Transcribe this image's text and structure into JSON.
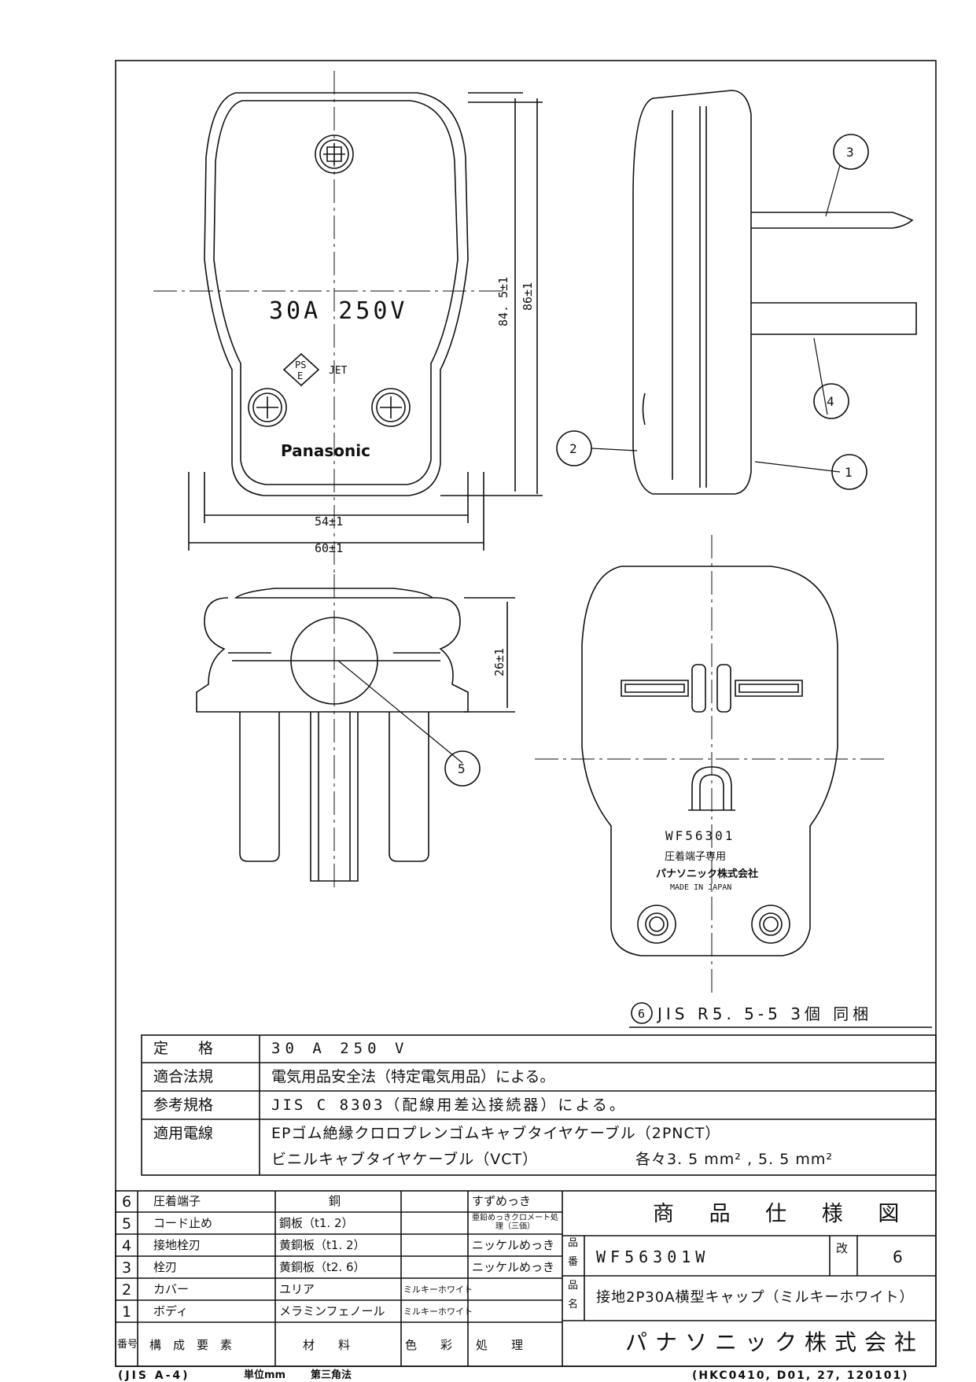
{
  "drawing": {
    "front": {
      "rating": "30A 250V",
      "pse_mark_line1": "PS",
      "pse_mark_line2": "E",
      "jet_mark": "JET",
      "brand": "Panasonic",
      "dim_inner_width": "54±1",
      "dim_outer_width": "60±1",
      "dim_inner_height": "84. 5±1",
      "dim_outer_height": "86±1"
    },
    "bottom": {
      "dim_height": "26±1"
    },
    "back": {
      "model": "WF56301",
      "line1": "圧着端子専用",
      "line2": "パナソニック株式会社",
      "line3": "MADE IN JAPAN"
    },
    "callouts": [
      "1",
      "2",
      "3",
      "4",
      "5"
    ],
    "note": {
      "number": "6",
      "text": "JIS R5. 5-5 3個 同梱"
    }
  },
  "spec_table": [
    {
      "label": "定　　格",
      "value": "30 A 250 V"
    },
    {
      "label": "適合法規",
      "value": "電気用品安全法（特定電気用品）による。"
    },
    {
      "label": "参考規格",
      "value": "JIS C 8303（配線用差込接続器）による。"
    },
    {
      "label": "適用電線",
      "value": "EPゴム絶縁クロロプレンゴムキャブタイヤケーブル（2PNCT）",
      "value2": "ビニルキャブタイヤケーブル（VCT）",
      "value3": "各々3. 5 mm² , 5. 5 mm²"
    }
  ],
  "parts": [
    {
      "no": "6",
      "name": "圧着端子",
      "material": "銅",
      "color": "",
      "finish": "すずめっき"
    },
    {
      "no": "5",
      "name": "コード止め",
      "material": "鋼板（t1. 2）",
      "color": "",
      "finish": "亜鉛めっきクロメート処理（三価）"
    },
    {
      "no": "4",
      "name": "接地栓刃",
      "material": "黄銅板（t1. 2）",
      "color": "",
      "finish": "ニッケルめっき"
    },
    {
      "no": "3",
      "name": "栓刃",
      "material": "黄銅板（t2. 6）",
      "color": "",
      "finish": "ニッケルめっき"
    },
    {
      "no": "2",
      "name": "カバー",
      "material": "ユリア",
      "color": "ミルキーホワイト",
      "finish": ""
    },
    {
      "no": "1",
      "name": "ボディ",
      "material": "メラミンフェノール",
      "color": "ミルキーホワイト",
      "finish": ""
    }
  ],
  "parts_header": {
    "no": "番号",
    "name": "構　成　要　素",
    "material": "材　　料",
    "color": "色　　彩",
    "finish": "処　　理"
  },
  "title_block": {
    "title": "商 品 仕 様 図",
    "part_no_label_1": "品",
    "part_no_label_2": "番",
    "part_no": "WF56301W",
    "rev_label": "改",
    "rev": "6",
    "name_label_1": "品",
    "name_label_2": "名",
    "name": "接地2P30A横型キャップ（ミルキーホワイト）",
    "company": "パナソニック株式会社"
  },
  "footer": {
    "size": "(JIS A-4)",
    "unit": "単位mm",
    "projection": "第三角法",
    "code": "(HKC0410, D01, 27, 120101)"
  }
}
